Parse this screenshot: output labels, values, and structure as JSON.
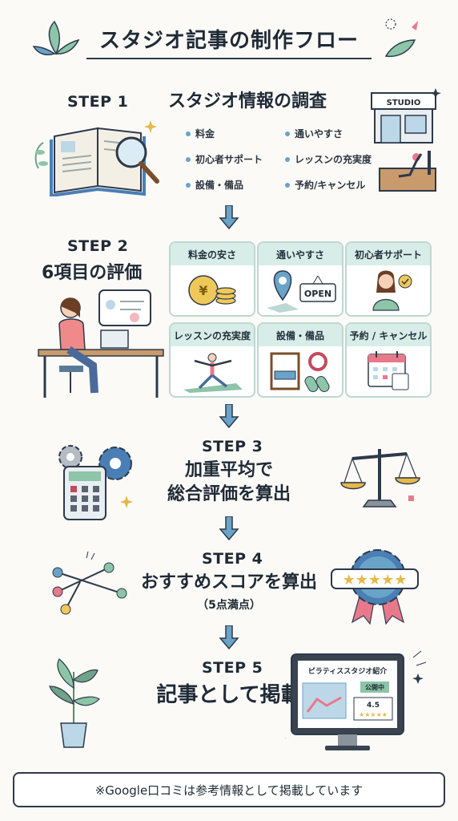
{
  "title": "スタジオ記事の制作フロー",
  "step1": {
    "label": "STEP 1",
    "title": "スタジオ情報の調査",
    "bullets": [
      "料金",
      "通いやすさ",
      "初心者サポート",
      "レッスンの充実度",
      "設備・備品",
      "予約/キャンセル"
    ],
    "sign": "STUDIO"
  },
  "step2": {
    "label": "STEP 2",
    "title": "6項目の評価",
    "cards": [
      "料金の安さ",
      "通いやすさ",
      "初心者サポート",
      "レッスンの充実度",
      "設備・備品",
      "予約 / キャンセル"
    ],
    "open_sign": "OPEN",
    "yen": "¥"
  },
  "step3": {
    "label": "STEP 3",
    "title_line1": "加重平均で",
    "title_line2": "総合評価を算出"
  },
  "step4": {
    "label": "STEP 4",
    "title": "おすすめスコアを算出",
    "sub": "（5点満点）"
  },
  "step5": {
    "label": "STEP 5",
    "title": "記事として掲載",
    "screen_title": "ピラティススタジオ紹介",
    "badge": "公開中",
    "score": "4.5"
  },
  "note": "※Google口コミは参考情報として掲載しています",
  "colors": {
    "accent": "#4a7fb5",
    "mint": "#d9ede8",
    "teal": "#7fb7ad",
    "pink": "#e8798a"
  }
}
